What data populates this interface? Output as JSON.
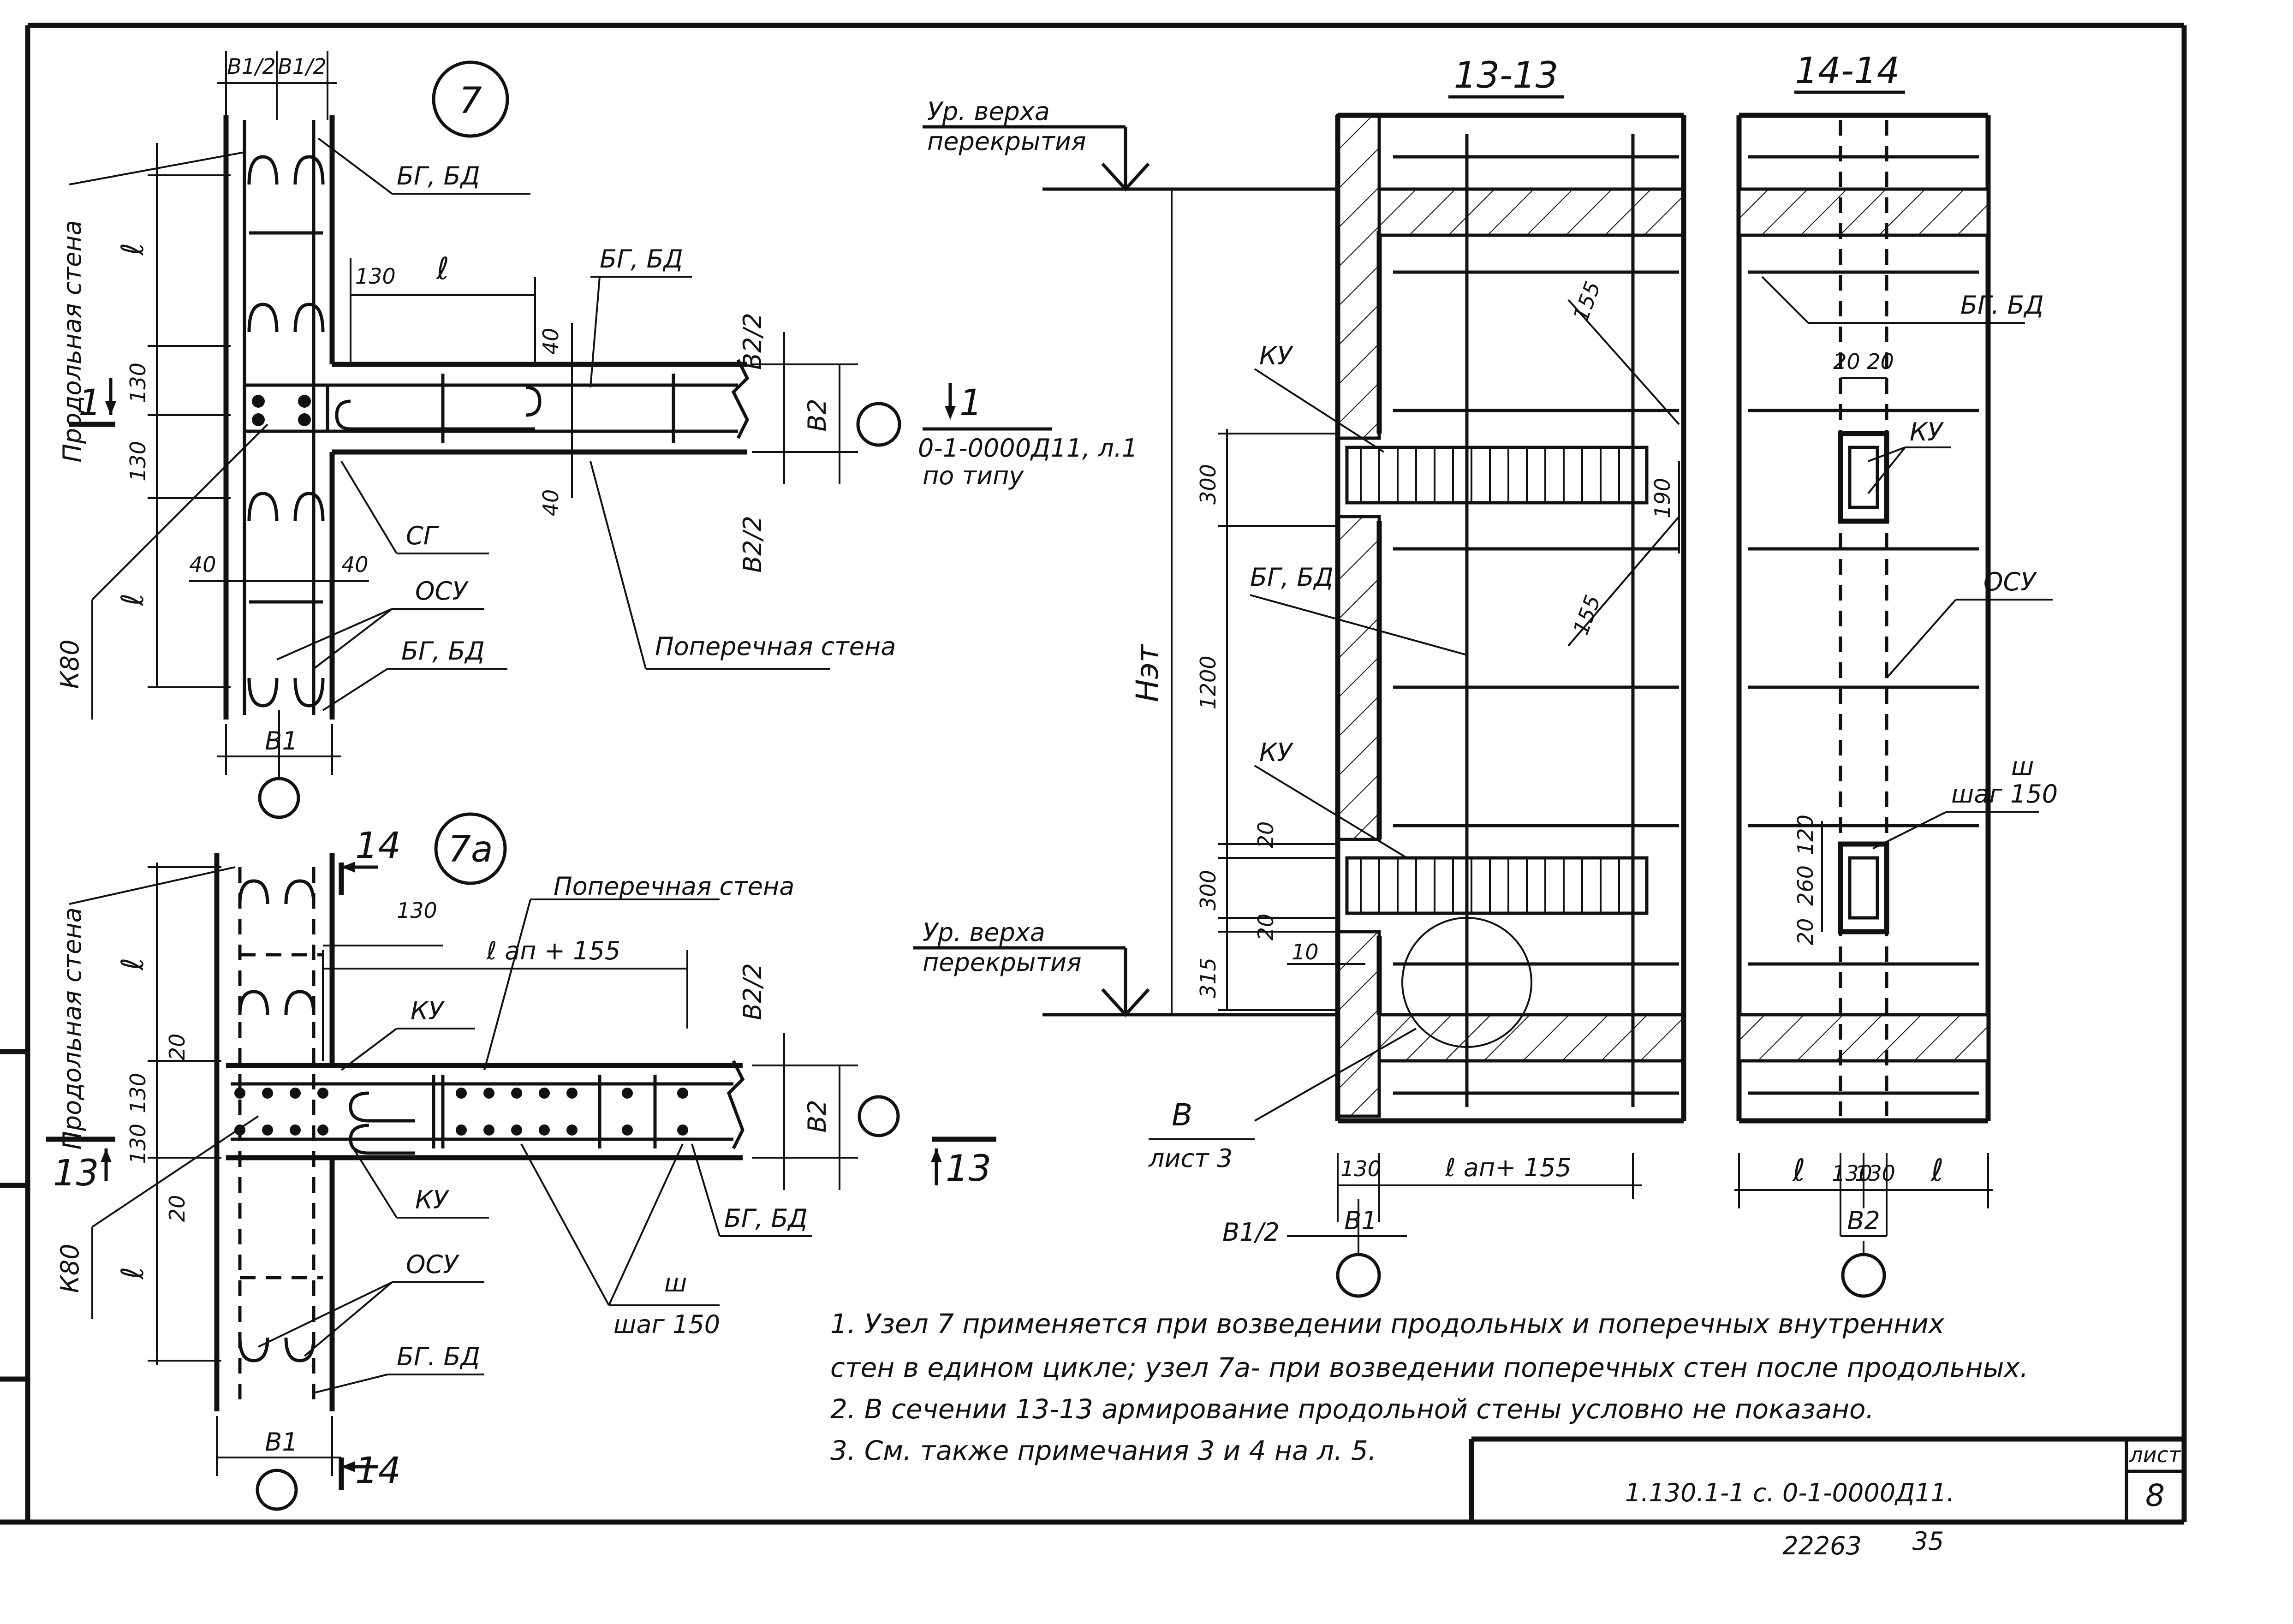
{
  "node7": {
    "number": "7",
    "dims_top": [
      "B1/2",
      "B1/2"
    ],
    "dim_130": "130",
    "dim_l": "ℓ",
    "dim_40": "40",
    "dim_b2_half": "B2/2",
    "dim_b2": "B2",
    "dim_b1": "B1",
    "vert_dims": [
      "ℓ",
      "130",
      "130",
      "ℓ"
    ],
    "side_dims": [
      "40",
      "40"
    ],
    "section_mark": "1",
    "labels": {
      "bg_bd_top": "БГ, БД",
      "bg_bd_mid": "БГ, БД",
      "bg_bd_bot": "БГ, БД",
      "sg": "СГ",
      "osu": "ОСУ",
      "k80": "К80",
      "long_wall": "Продольная стена",
      "cross_wall": "Поперечная стена"
    },
    "ref_mark": "1",
    "ref_doc": "0-1-0000Д11, л.1",
    "ref_note": "по типу"
  },
  "node7a": {
    "number": "7а",
    "dim_130": "130",
    "dim_lap": "ℓ ап + 155",
    "dim_b2_half": "B2/2",
    "dim_b2": "B2",
    "dim_b1": "B1",
    "dims_small": [
      "20",
      "20"
    ],
    "vert_dims": [
      "ℓ",
      "130",
      "130",
      "ℓ"
    ],
    "section_14": "14",
    "section_13": "13",
    "labels": {
      "cross_wall": "Поперечная стена",
      "ku_top": "КУ",
      "ku_bot": "КУ",
      "bg_bd_mid": "БГ, БД",
      "bg_bd_bot": "БГ. БД",
      "osu": "ОСУ",
      "k80": "К80",
      "long_wall": "Продольная стена",
      "sh": "ш",
      "step": "шаг 150"
    }
  },
  "section13": {
    "title": "13-13",
    "level_top": "Ур. верха перекрытия",
    "level_bot": "Ур. верха перекрытия",
    "floor_height": "Нэт",
    "dims": [
      "300",
      "1200",
      "20",
      "300",
      "20",
      "315"
    ],
    "dim_155a": "155",
    "dim_190": "190",
    "dim_155b": "155",
    "dim_10": "10",
    "labels": {
      "ku_top": "КУ",
      "ku_bot": "КУ",
      "bg_bd": "БГ, БД"
    },
    "callout": "В",
    "callout_sheet": "лист 3",
    "dim_130": "130",
    "dim_lap": "ℓ ап+ 155",
    "dim_b1_half": "B1/2",
    "dim_b1": "B1"
  },
  "section14": {
    "title": "14-14",
    "bg_bd": "БГ. БД",
    "dims_20": "20 20",
    "ku": "КУ",
    "osu": "ОСУ",
    "sh": "ш",
    "step": "шаг 150",
    "dims_v": [
      "120",
      "260",
      "20"
    ],
    "dims_bottom": [
      "ℓ",
      "130",
      "130",
      "ℓ"
    ],
    "dim_b2": "B2"
  },
  "notes": [
    "1. Узел 7 применяется при возведении продольных и поперечных внутренних",
    "стен в едином цикле; узел 7а- при возведении поперечных стен после продольных.",
    "2. В сечении 13-13 армирование продольной стены условно не показано.",
    "3. См. также примечания 3 и 4 на л. 5."
  ],
  "title_block": {
    "designation": "1.130.1-1 с. 0-1-0000Д11.",
    "sheet_label": "лист",
    "sheet_number": "8"
  },
  "footer": {
    "code": "22263",
    "page": "35"
  }
}
